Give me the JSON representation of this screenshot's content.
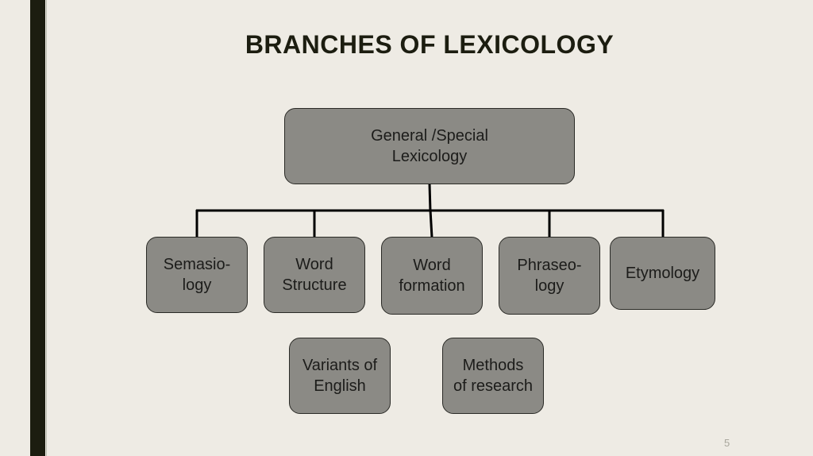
{
  "slide": {
    "title": "BRANCHES OF LEXICOLOGY",
    "page_number": "5",
    "colors": {
      "background": "#eeebe4",
      "accent_bar": "#1c1d10",
      "node_fill": "#8b8a85",
      "node_border": "#2a2a26"
    }
  },
  "diagram": {
    "root": {
      "label": "General /Special\nLexicology"
    },
    "children": [
      {
        "label": "Semasio-\nlogy"
      },
      {
        "label": "Word\nStructure"
      },
      {
        "label": "Word\nformation"
      },
      {
        "label": "Phraseo-\nlogy"
      },
      {
        "label": "Etymology"
      }
    ],
    "extra": [
      {
        "label": "Variants of\nEnglish"
      },
      {
        "label": "Methods\nof research"
      }
    ]
  }
}
